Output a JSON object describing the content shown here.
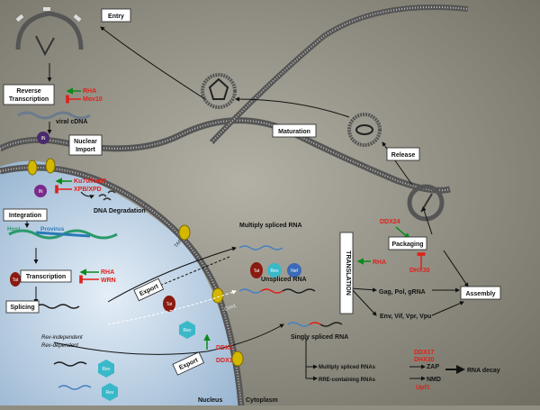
{
  "stages": {
    "entry": "Entry",
    "reverse_transcription": [
      "Reverse",
      "Transcription"
    ],
    "nuclear_import": [
      "Nuclear",
      "Import"
    ],
    "integration": "Integration",
    "transcription": "Transcription",
    "splicing": "Splicing",
    "export_left": "Export",
    "export_bottom": "Export",
    "maturation": "Maturation",
    "release": "Release",
    "packaging": "Packaging",
    "assembly": "Assembly",
    "translation": "TRANSLATION"
  },
  "labels": {
    "viral_cdna": "viral cDNA",
    "dna_degradation": "DNA Degradation",
    "host": "Host",
    "provirus": "Provirus",
    "multiply_spliced": "Multiply spliced RNA",
    "unspliced": "Unspliced RNA",
    "singly_spliced": "Singly spliced RNA",
    "gag_pol": "Gag, Pol, gRNA",
    "env_vif": "Env, Vif, Vpr, Vpu",
    "rev_independent": "Rev-independent",
    "rev_dependent": "Rev-dependent",
    "tap": "TAP",
    "crm1": "Crm1",
    "nucleus": "Nucleus",
    "cytoplasm": "Cytoplasm",
    "multiply_spliced_rnas": "Multiply spliced RNAs",
    "rre_rnas": "RRE-containing RNAs",
    "zap": "ZAP",
    "nmd": "NMD",
    "rna_decay": "RNA decay",
    "in": "IN",
    "tat": "Tat",
    "rev": "Rev",
    "nef": "Nef"
  },
  "factors": {
    "rha_rt": "RHA",
    "mov10": "Mov10",
    "ku": "Ku70/Ku80",
    "xpb": "XPB/XPD",
    "rha_tx": "RHA",
    "wrn": "WRN",
    "ddx3": "DDX3",
    "ddx1": "DDX1",
    "ddx24": "DDX24",
    "dhx30_pack": "DHX30",
    "rha_transl": "RHA",
    "ddx17": "DDX17",
    "dhx30_zap": "DHX30",
    "upf1": "Upf1"
  },
  "colors": {
    "activator": "#0a8a1a",
    "inhibitor": "#e0201a",
    "membrane": "#6e6e6e",
    "nucleus": "#bcd3e8",
    "background": "#8f8d80"
  }
}
